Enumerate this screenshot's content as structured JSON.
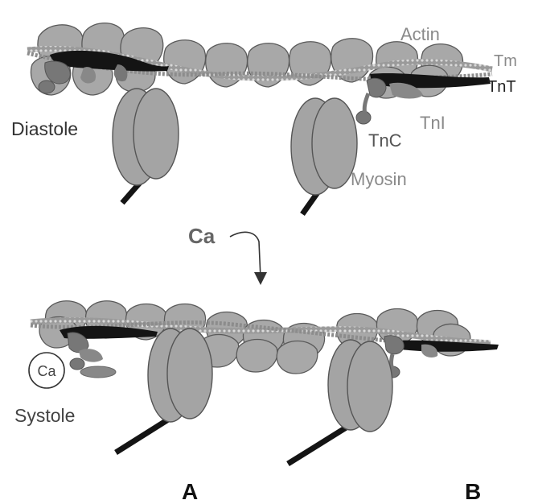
{
  "labels": {
    "actin": "Actin",
    "tm": "Tm",
    "tnt": "TnT",
    "tni": "TnI",
    "tnc": "TnC",
    "myosin": "Myosin",
    "diastole": "Diastole",
    "systole": "Systole",
    "calcium": "Ca",
    "calcium_bound": "Ca",
    "panel_a": "A",
    "panel_b": "B"
  },
  "colors": {
    "actin_fill": "#a8a8a8",
    "tropomyosin": "#8c8c8c",
    "troponin_t": "#141414",
    "troponin_grey": "#777777",
    "myosin_fill": "#a4a4a4",
    "gray_text": "#8a8a8a",
    "dark_text": "#333333"
  }
}
